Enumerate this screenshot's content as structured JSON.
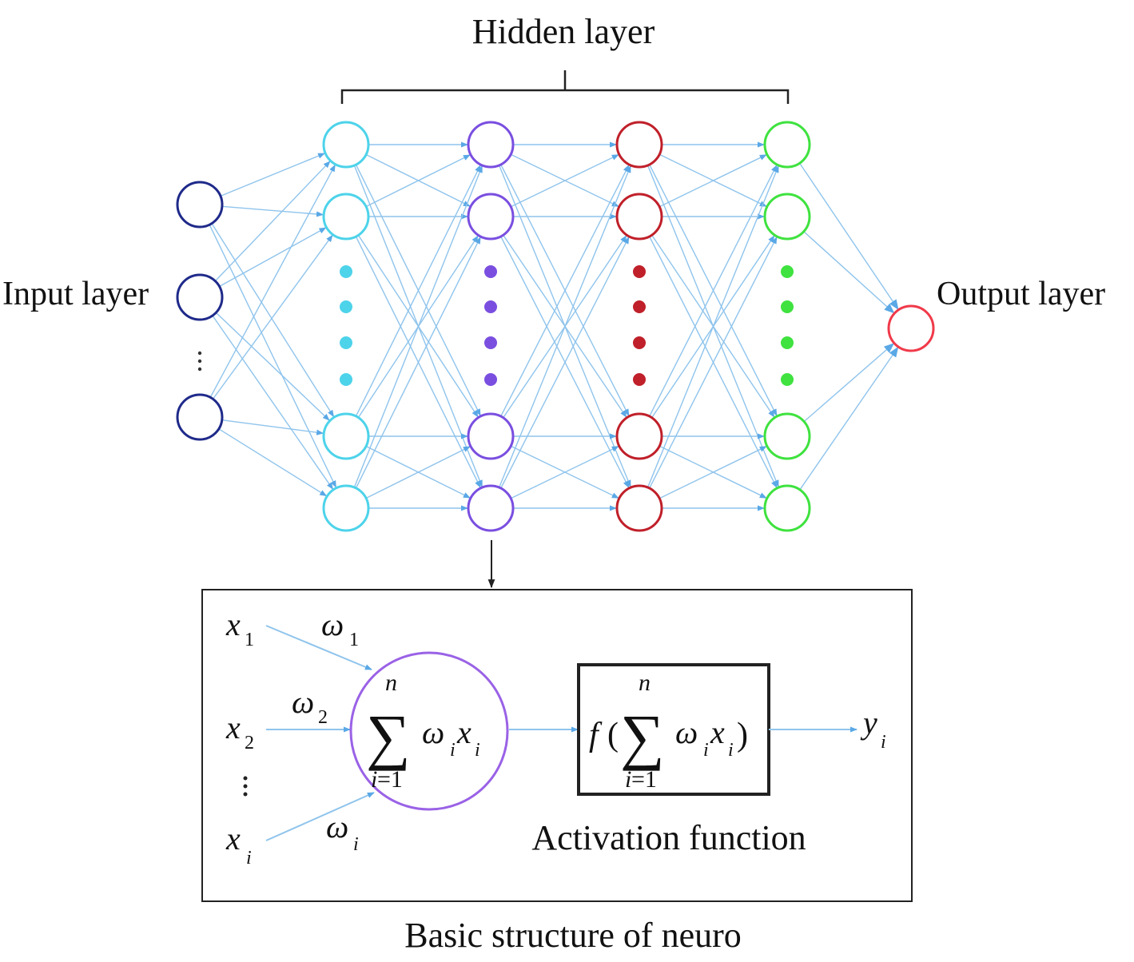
{
  "labels": {
    "hidden_layer": "Hidden layer",
    "input_layer": "Input layer",
    "output_layer": "Output layer",
    "activation_function": "Activation function",
    "caption": "Basic structure of neuro"
  },
  "neuron": {
    "inputs": [
      {
        "sym": "x",
        "sub": "1"
      },
      {
        "sym": "x",
        "sub": "2"
      },
      {
        "sym": "x",
        "sub": "i"
      }
    ],
    "weights": [
      {
        "sym": "ω",
        "sub": "1"
      },
      {
        "sym": "ω",
        "sub": "2"
      },
      {
        "sym": "ω",
        "sub": "i"
      }
    ],
    "sum": {
      "upper": "n",
      "lower_var": "i",
      "lower_eq": "=1",
      "w": "ω",
      "w_sub": "i",
      "x": "x",
      "x_sub": "i"
    },
    "activation": {
      "f": "f",
      "open": "(",
      "close": ")",
      "upper": "n",
      "lower_var": "i",
      "lower_eq": "=1",
      "w": "ω",
      "w_sub": "i",
      "x": "x",
      "x_sub": "i"
    },
    "output": {
      "sym": "y",
      "sub": "i"
    }
  },
  "colors": {
    "input": "#1f2a8a",
    "hidden": [
      "#4dd3ea",
      "#7a4fe0",
      "#c0202a",
      "#3fe23f"
    ],
    "output": "#f03a4a",
    "edge": "#8fc4ec",
    "box": "#222222"
  }
}
